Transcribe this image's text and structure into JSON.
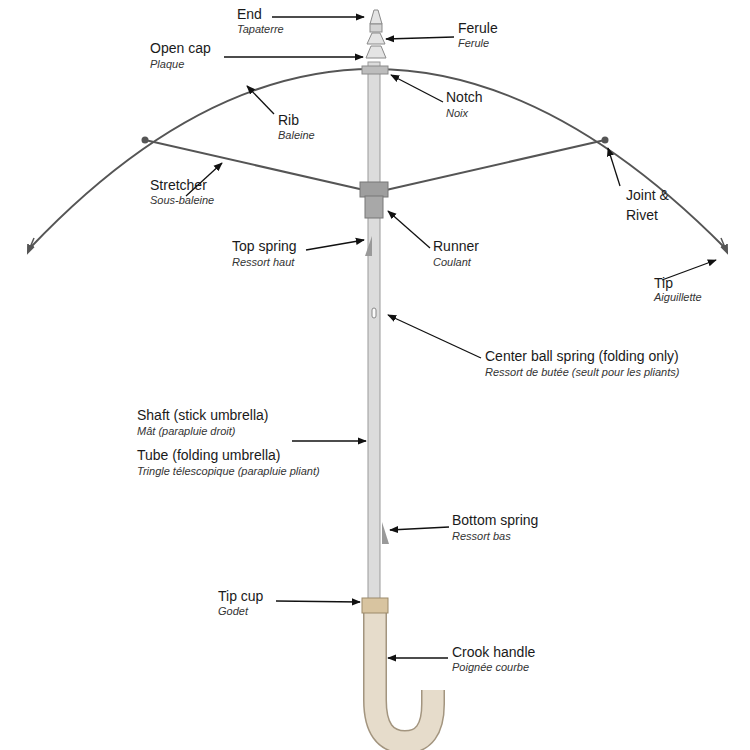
{
  "diagram": {
    "labels": [
      "End",
      "Tapaterre",
      "Ferule",
      "Ferule",
      "Open cap",
      "Plaque",
      "Notch",
      "Noix",
      "Rib",
      "Baleine",
      "Stretcher",
      "Sous-baleine",
      "Joint & Rivet",
      "Runner",
      "Coulant",
      "Top spring",
      "Ressort haut",
      "Tip",
      "Aiguillette",
      "Center ball spring (folding only)",
      "Ressort de butée (seult pour les pliants)",
      "Shaft (stick umbrella)",
      "Mât (parapluie droit)",
      "Tube (folding umbrella)",
      "Tringle télescopique (parapluie pliant)",
      "Bottom spring",
      "Ressort bas",
      "Tip cup",
      "Godet",
      "Crook handle",
      "Poignée courbe"
    ]
  }
}
